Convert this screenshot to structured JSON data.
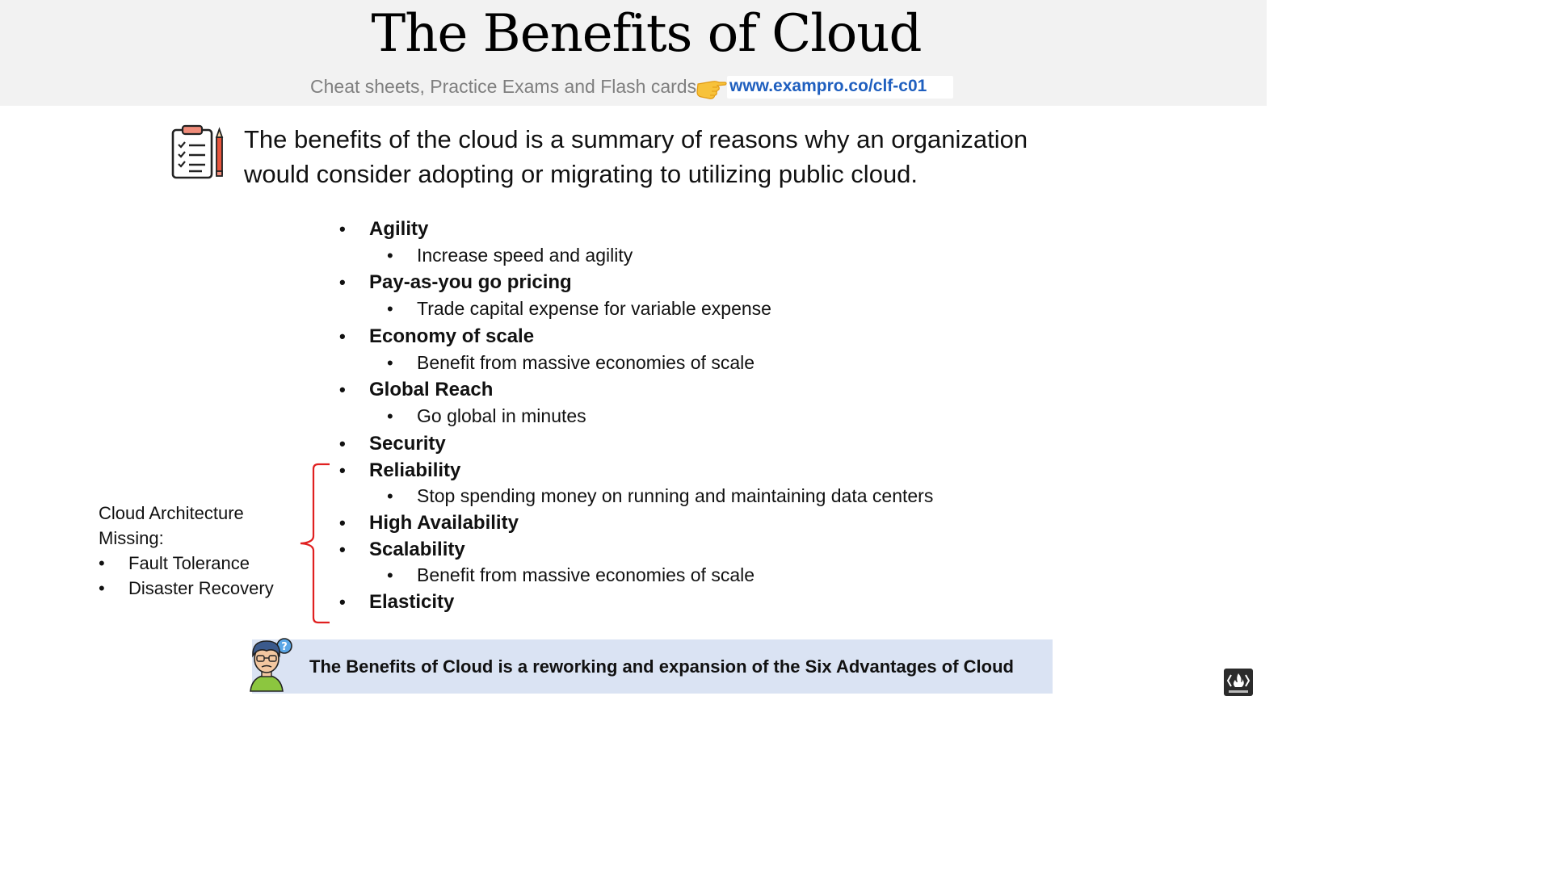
{
  "slide": {
    "title": "The Benefits of Cloud",
    "subtitle": "Cheat sheets, Practice Exams and Flash cards",
    "link": "www.exampro.co/clf-c01",
    "intro_line1": "The benefits of the cloud is a summary of reasons why an organization",
    "intro_line2": "would consider adopting or migrating to utilizing public cloud."
  },
  "benefits": [
    {
      "name": "Agility",
      "detail": "Increase speed and agility"
    },
    {
      "name": "Pay-as-you go pricing",
      "detail": "Trade capital expense for variable expense"
    },
    {
      "name": "Economy of scale",
      "detail": "Benefit from massive economies of scale"
    },
    {
      "name": "Global Reach",
      "detail": "Go global in minutes"
    },
    {
      "name": "Security",
      "detail": ""
    },
    {
      "name": "Reliability",
      "detail": "Stop spending money on running  and maintaining data centers"
    },
    {
      "name": "High Availability",
      "detail": ""
    },
    {
      "name": "Scalability",
      "detail": "Benefit from massive economies of scale"
    },
    {
      "name": "Elasticity",
      "detail": ""
    }
  ],
  "side_note": {
    "line1": "Cloud Architecture",
    "line2": "Missing:",
    "items": [
      "Fault Tolerance",
      "Disaster Recovery"
    ]
  },
  "callout": {
    "text": "The Benefits of Cloud is a reworking and expansion of the Six Advantages of Cloud"
  },
  "colors": {
    "header_bg": "#f2f2f2",
    "link": "#1f5fbf",
    "callout_bg": "#dae3f3",
    "brace": "#e02020"
  }
}
